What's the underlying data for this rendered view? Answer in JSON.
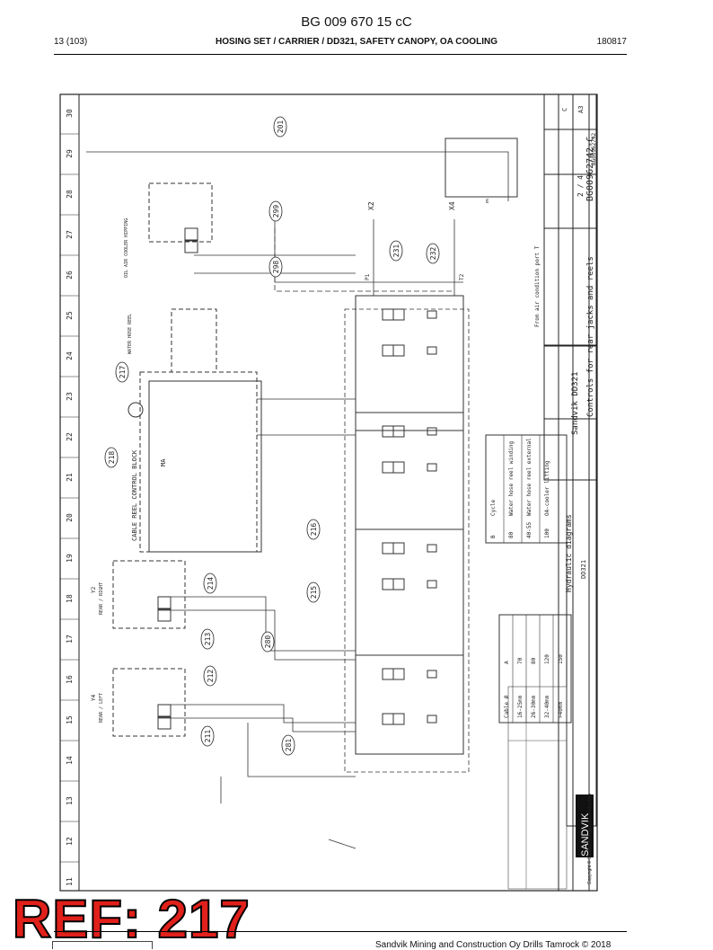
{
  "header": {
    "doc_number": "BG 009 670 15 cC",
    "page": "13 (103)",
    "title": "HOSING SET / CARRIER / DD321, SAFETY CANOPY, OA COOLING",
    "date": "180817"
  },
  "title_block": {
    "company": "Sandvik DD321",
    "subject": "Controls for rear jacks and reels",
    "diagram_type": "Hydraulic diagrams",
    "model": "DD321",
    "drawing_no": "BG00962742-C",
    "drawing_no_short": "BG00962742",
    "sheet": "2 / 4",
    "size": "A3",
    "revision": "C",
    "logo": "SANDVIK",
    "copyright": "Copyright © Sandvik Mining and Construction"
  },
  "grid_numbers": [
    "30",
    "29",
    "28",
    "27",
    "26",
    "25",
    "24",
    "23",
    "22",
    "21",
    "20",
    "19",
    "18",
    "17",
    "16",
    "15",
    "14",
    "13",
    "12",
    "11"
  ],
  "callouts": [
    "201",
    "299",
    "298",
    "231",
    "232",
    "217",
    "218",
    "216",
    "215",
    "214",
    "213",
    "212",
    "211",
    "280",
    "281"
  ],
  "labels": {
    "cable_reel_block": "CABLE REEL CONTROL BLOCK",
    "oil_air_cooler": "OIL AIR COOLER HIPPING",
    "water_hose_reel": "WATER HOSE REEL",
    "x2": "X2",
    "x4": "X4",
    "from_air_cond": "From air condition port T",
    "y2": "Y2",
    "y4": "Y4",
    "rear_right": "REAR / RIGHT",
    "rear_left": "REAR / LEFT",
    "ma": "MA",
    "e": "E",
    "p1": "P1",
    "t2": "T2"
  },
  "table_cycles": {
    "headers": [
      "Cycle",
      "B"
    ],
    "rows": [
      [
        "Water hose reel winding",
        "80"
      ],
      [
        "Water hose reel external",
        "40-55"
      ],
      [
        "OA-cooler lifting",
        "100"
      ]
    ]
  },
  "table_cable": {
    "headers": [
      "Cable Ø",
      "A"
    ],
    "rows": [
      [
        "16-25mm",
        "70"
      ],
      [
        "26-30mm",
        "80"
      ],
      [
        "32-40mm",
        "120"
      ],
      [
        ">40mm",
        "150"
      ]
    ]
  },
  "ref_stamp": "REF: 217",
  "footer": {
    "copyright": "Sandvik Mining and Construction Oy Drills Tamrock © 2018"
  }
}
